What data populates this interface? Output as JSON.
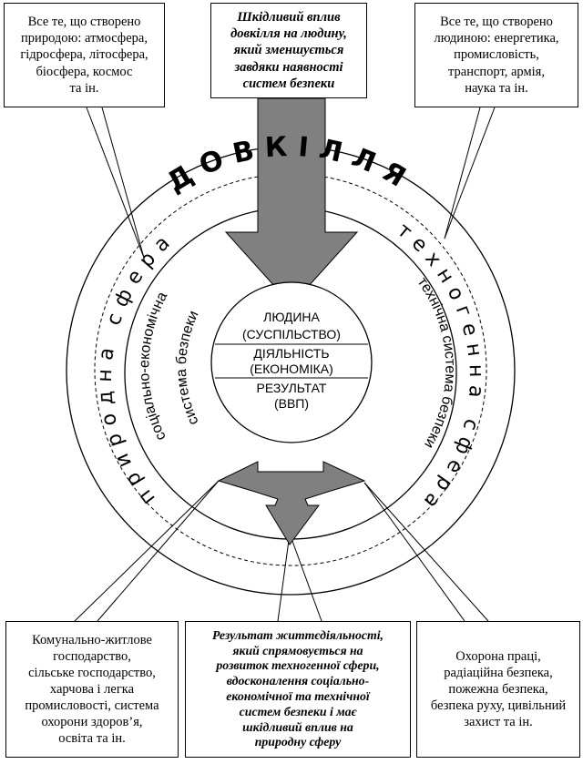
{
  "diagram": {
    "outer_ring_label": "ДОВКІЛЛЯ",
    "left_ring_label": "природна сфера",
    "right_ring_label": "техногенна сфера",
    "left_inner_label_1": "соціально-економічна",
    "left_inner_label_2": "система безпеки",
    "right_inner_label": "технічна система безпеки",
    "center": {
      "line1": "ЛЮДИНА",
      "line2": "(СУСПІЛЬСТВО)",
      "line3": "ДІЯЛЬНІСТЬ",
      "line4": "(ЕКОНОМІКА)",
      "line5": "РЕЗУЛЬТАТ",
      "line6": "(ВВП)"
    },
    "boxes": {
      "top_left": [
        "Все те, що створено",
        "природою: атмосфера,",
        "гідросфера, літосфера,",
        "біосфера, космос",
        "та ін."
      ],
      "top_center": [
        "Шкідливий вплив",
        "довкілля на людину,",
        "який зменшується",
        "завдяки наявності",
        "систем безпеки"
      ],
      "top_right": [
        "Все те, що створено",
        "людиною: енергетика,",
        "промисловість,",
        "транспорт, армія,",
        "наука та ін."
      ],
      "bottom_left": [
        "Комунально-житлове",
        "господарство,",
        "сільське господарство,",
        "харчова і легка",
        "промисловості, система",
        "охорони  здоров’я,",
        "освіта та ін."
      ],
      "bottom_center": [
        "Результат життєдіяльності,",
        "який спрямовується на",
        "розвиток техногенної сфери,",
        "вдосконалення соціально-",
        "економічної та технічної",
        "систем безпеки і має",
        "шкідливий вплив на",
        "природну сферу"
      ],
      "bottom_right": [
        "Охорона праці,",
        "радіаційна безпека,",
        "пожежна безпека,",
        "безпека руху, цивільний",
        "захист та ін."
      ]
    }
  }
}
